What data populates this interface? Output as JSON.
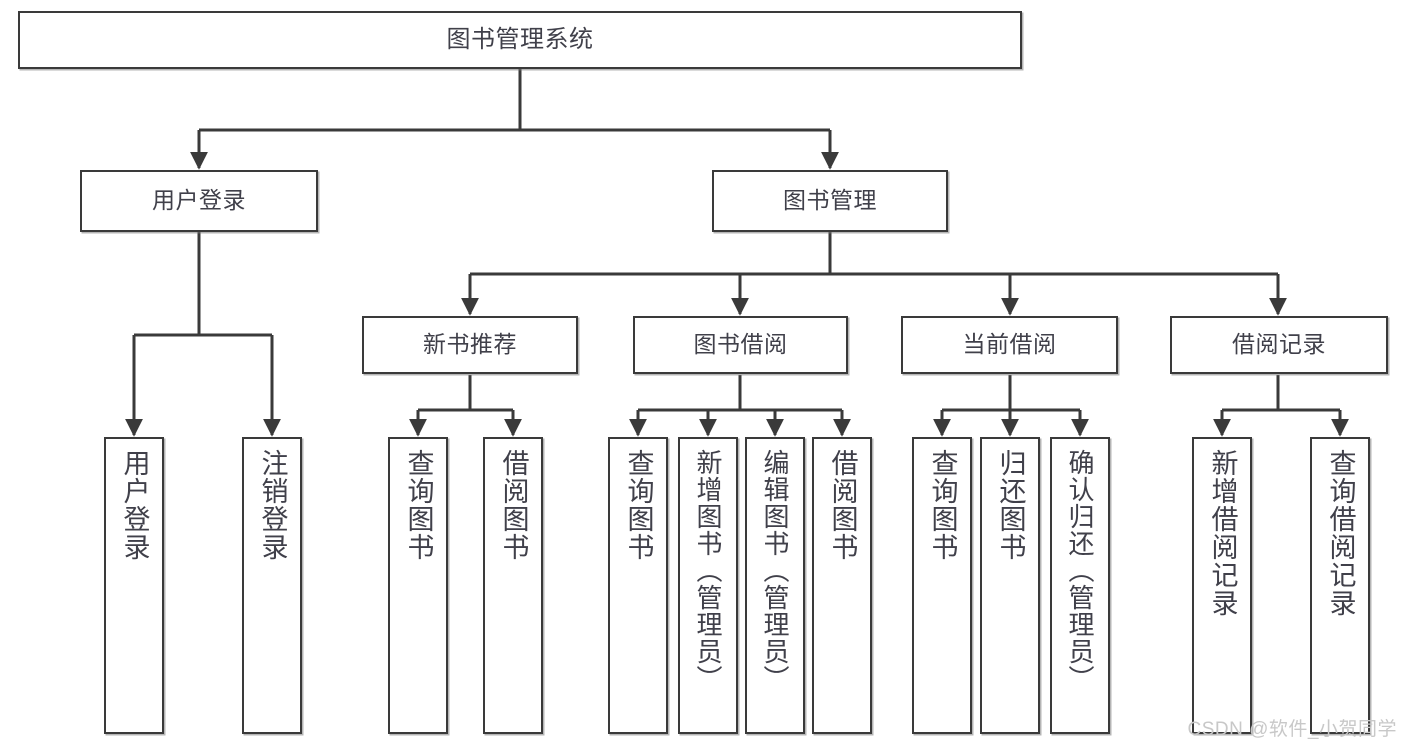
{
  "diagram": {
    "title": "图书管理系统",
    "type": "tree",
    "root": {
      "id": "root",
      "label": "图书管理系统"
    },
    "level2": [
      {
        "id": "user-login",
        "label": "用户登录"
      },
      {
        "id": "book-manage",
        "label": "图书管理"
      }
    ],
    "level3": [
      {
        "id": "new-book-rec",
        "label": "新书推荐"
      },
      {
        "id": "book-borrow",
        "label": "图书借阅"
      },
      {
        "id": "current-borrow",
        "label": "当前借阅"
      },
      {
        "id": "borrow-record",
        "label": "借阅记录"
      }
    ],
    "leaves": {
      "user_login": [
        {
          "id": "leaf-user-login",
          "label": "用户登录"
        },
        {
          "id": "leaf-logout-login",
          "label": "注销登录"
        }
      ],
      "new_book_rec": [
        {
          "id": "leaf-query-book-1",
          "label": "查询图书"
        },
        {
          "id": "leaf-borrow-book-1",
          "label": "借阅图书"
        }
      ],
      "book_borrow": [
        {
          "id": "leaf-query-book-2",
          "label": "查询图书"
        },
        {
          "id": "leaf-add-book",
          "label": "新增图书（管理员）"
        },
        {
          "id": "leaf-edit-book",
          "label": "编辑图书（管理员）"
        },
        {
          "id": "leaf-borrow-book-2",
          "label": "借阅图书"
        }
      ],
      "current_borrow": [
        {
          "id": "leaf-query-book-3",
          "label": "查询图书"
        },
        {
          "id": "leaf-return-book",
          "label": "归还图书"
        },
        {
          "id": "leaf-confirm-return",
          "label": "确认归还（管理员）"
        }
      ],
      "borrow_record": [
        {
          "id": "leaf-add-record",
          "label": "新增借阅记录"
        },
        {
          "id": "leaf-query-record",
          "label": "查询借阅记录"
        }
      ]
    }
  },
  "watermark": {
    "text": "CSDN @软件_小贺同学"
  },
  "colors": {
    "stroke": "#3a3a3a",
    "text": "#40404a",
    "background": "#ffffff",
    "watermark": "#c8c8c8"
  }
}
